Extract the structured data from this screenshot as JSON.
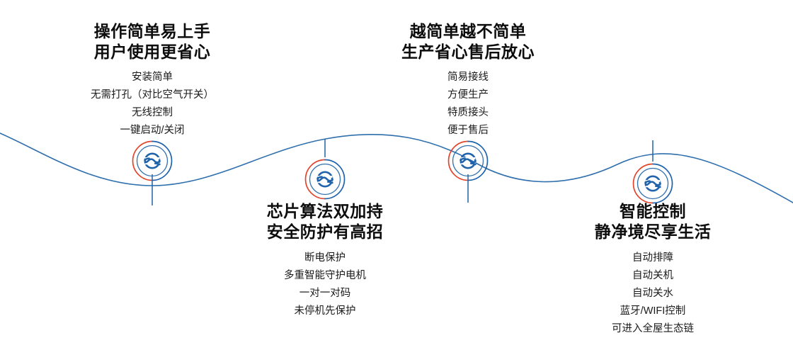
{
  "infographic": {
    "theme": {
      "wave_color": "#2f6fad",
      "ring_blue": "#1f63ab",
      "ring_red": "#e2452c",
      "glyph_blue": "#1f63ab",
      "heading_color": "#0d0d0d",
      "body_color": "#1a1a1a",
      "background": "#ffffff"
    },
    "nodes": [
      {
        "id": "node-1",
        "position": "crest",
        "icon": "wave-ring-icon",
        "heading": [
          "操作简单易上手",
          "用户使用更省心"
        ],
        "body": [
          "安装简单",
          "无需打孔（对比空气开关）",
          "无线控制",
          "一键启动/关闭"
        ]
      },
      {
        "id": "node-2",
        "position": "trough",
        "icon": "wave-ring-icon",
        "heading": [
          "芯片算法双加持",
          "安全防护有高招"
        ],
        "body": [
          "断电保护",
          "多重智能守护电机",
          "一对一对码",
          "未停机先保护"
        ]
      },
      {
        "id": "node-3",
        "position": "crest",
        "icon": "wave-ring-icon",
        "heading": [
          "越简单越不简单",
          "生产省心售后放心"
        ],
        "body": [
          "简易接线",
          "方便生产",
          "特质接头",
          "便于售后"
        ]
      },
      {
        "id": "node-4",
        "position": "trough",
        "icon": "wave-ring-icon",
        "heading": [
          "智能控制",
          "静净境尽享生活"
        ],
        "body": [
          "自动排障",
          "自动关机",
          "自动关水",
          "蓝牙/WIFI控制",
          "可进入全屋生态链"
        ]
      }
    ]
  }
}
